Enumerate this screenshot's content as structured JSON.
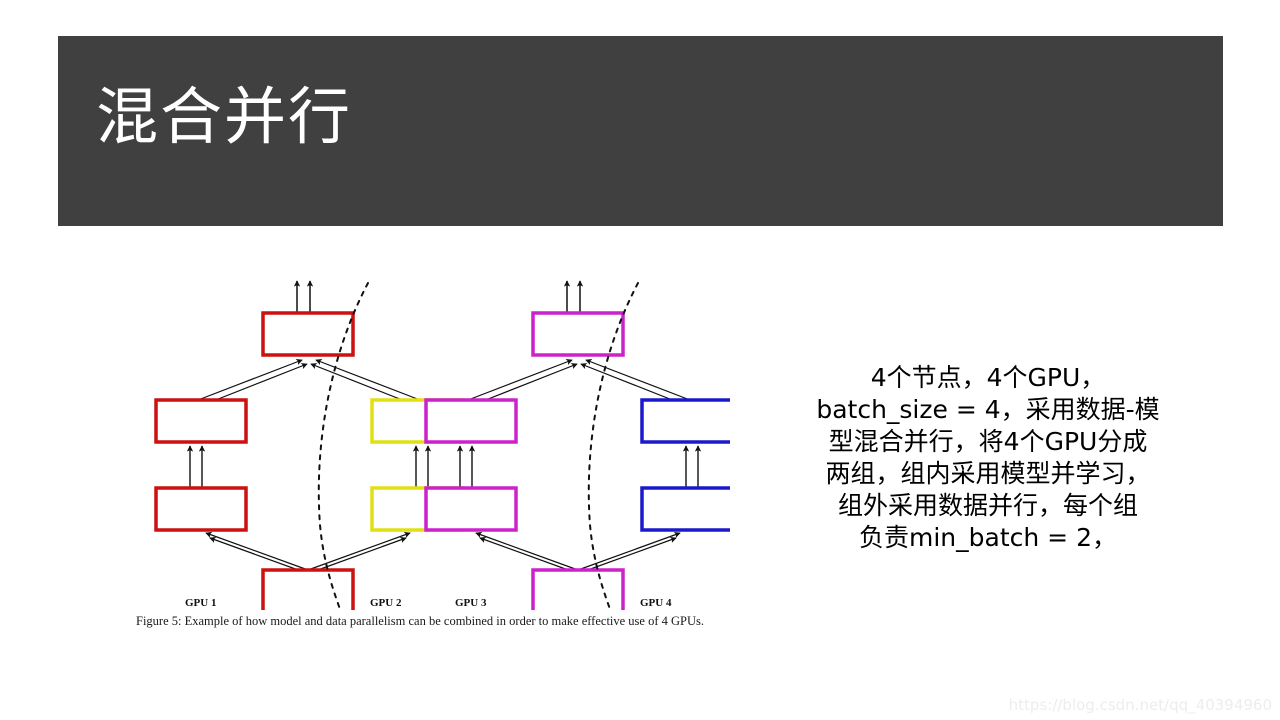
{
  "slide": {
    "title": "混合并行",
    "title_bar_color": "#404040",
    "background_color": "#ffffff"
  },
  "body_text": {
    "lines": [
      "4个节点，4个GPU，",
      "batch_size = 4，采用数据-模",
      "型混合并行，将4个GPU分成",
      "两组，组内采用模型并学习，",
      "组外采用数据并行，每个组",
      "负责min_batch = 2，"
    ]
  },
  "figure": {
    "caption": "Figure 5: Example of how model and data parallelism can be combined in order to make effective use of 4 GPUs.",
    "gpu_labels": [
      "GPU 1",
      "GPU 2",
      "GPU 3",
      "GPU 4"
    ],
    "colors": {
      "gpu1": "#CC1111",
      "gpu2": "#E0E014",
      "gpu3": "#CC22CC",
      "gpu4": "#1A1ACC",
      "arrow": "#111111",
      "divider": "#111111"
    }
  },
  "watermark": {
    "text": "https://blog.csdn.net/qq_40394960"
  }
}
